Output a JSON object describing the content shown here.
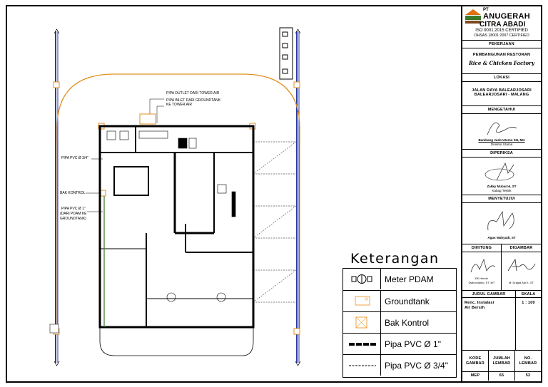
{
  "company": {
    "prefix": "PT",
    "name_line1": "ANUGERAH",
    "name_line2": "CITRA ABADI",
    "cert1": "ISO 9001:2015 CERTIFIED",
    "cert2": "OHSAS 18001:2007 CERTIFIED",
    "logo_colors": {
      "top": "#e07010",
      "mid": "#3a7a2a",
      "base": "#7a4a20"
    }
  },
  "title_block": {
    "pekerjaan_label": "PEKERJAAN",
    "pekerjaan_value": "PEMBANGUNAN RESTORAN",
    "brand_logo": "Rice & Chicken Factory",
    "lokasi_label": "LOKASI",
    "lokasi_line1": "JALAN RAYA BALEARJOSARI",
    "lokasi_line2": "BALEARJOSARI - MALANG",
    "mengetahui_label": "MENGETAHUI",
    "mengetahui_name": "Bambang Judo Utomo SH, MH",
    "mengetahui_role": "Direktur Utama",
    "diperiksa_label": "DIPERIKSA",
    "diperiksa_name": "Zakky Mubarok, ST",
    "diperiksa_role": "Kabag Teknik",
    "menyetujui_label": "MENYETUJUI",
    "menyetujui_name": "Agus Wahyudi, ST",
    "dihitung_label": "DIHITUNG",
    "digambar_label": "DIGAMBAR",
    "dihitung_name1": "EK Hervie",
    "dihitung_name2": "Dwinovianto, ST. MT",
    "digambar_name": "M. Drajad Adi K, ST",
    "judul_label": "JUDUL GAMBAR",
    "skala_label": "SKALA",
    "judul_line1": "Renc. Instalasi",
    "judul_line2": "Air Bersih",
    "skala_value": "1 : 100",
    "kode_label1": "KODE",
    "kode_label2": "GAMBAR",
    "jumlah_label1": "JUMLAH",
    "jumlah_label2": "LEMBAR",
    "no_label1": "NO.",
    "no_label2": "LEMBAR",
    "kode_value": "MEP",
    "jumlah_value": "65",
    "no_value": "52"
  },
  "legend": {
    "title": "Keterangan",
    "items": [
      {
        "symbol": "meter-pdam-icon",
        "label": "Meter PDAM"
      },
      {
        "symbol": "groundtank-icon",
        "label": "Groundtank"
      },
      {
        "symbol": "bak-kontrol-icon",
        "label": "Bak Kontrol"
      },
      {
        "symbol": "pipe-1-inch-icon",
        "label": "Pipa PVC Ø 1\""
      },
      {
        "symbol": "pipe-3-4-inch-icon",
        "label": "Pipa PVC Ø 3/4\""
      }
    ],
    "colors": {
      "tank": "#f0a040",
      "pipe_blue": "#2a3aa0"
    }
  },
  "annotations": {
    "outlet": "PIPA OUTLET DARI TOWER AIR",
    "inlet1": "PIPA INLET DARI GROUNDTANK",
    "inlet2": "KE TOWER AIR",
    "pvc34": "PIPA PVC Ø 3/4\"",
    "bak": "BAK KONTROL",
    "pvc1_1": "PIPA PVC Ø 1\"",
    "pvc1_2": "(DARI PDAM KE",
    "pvc1_3": "GROUNDTANK)"
  }
}
